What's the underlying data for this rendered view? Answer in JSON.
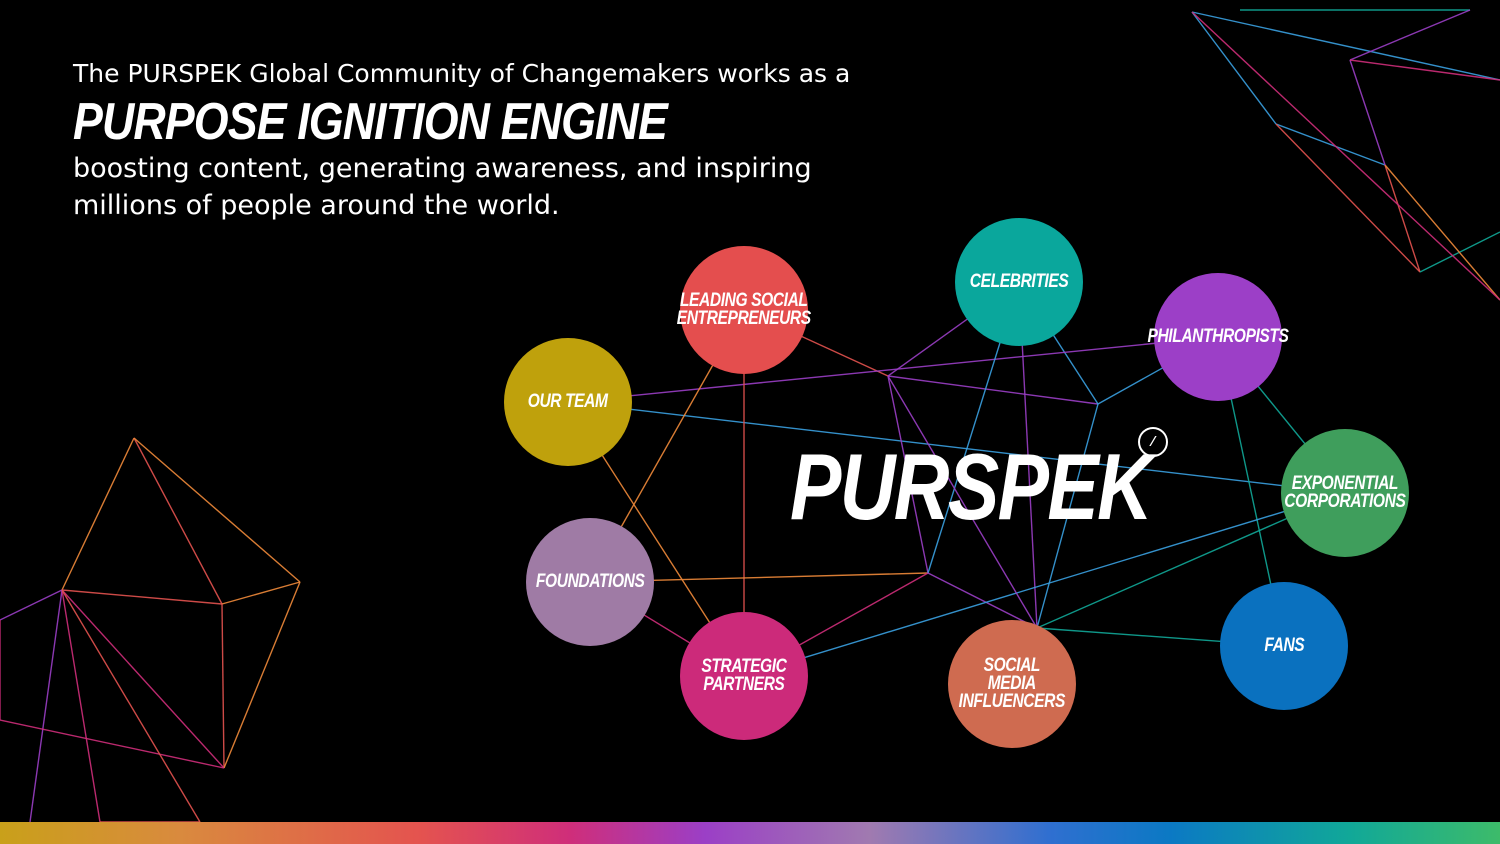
{
  "intro": {
    "line1": "The PURSPEK Global Community of Changemakers works as a",
    "headline": "PURPOSE IGNITION ENGINE",
    "line2": "boosting content, generating awareness, and inspiring millions of people around the world."
  },
  "brand": {
    "name": "PURSPEK",
    "mark": "⁄"
  },
  "nodes": [
    {
      "id": "leading-social-entrepreneurs",
      "label": "LEADING SOCIAL\nENTREPRENEURS",
      "color": "#e44e4e"
    },
    {
      "id": "celebrities",
      "label": "CELEBRITIES",
      "color": "#0aa79c"
    },
    {
      "id": "philanthropists",
      "label": "PHILANTHROPISTS",
      "color": "#9c3fc7"
    },
    {
      "id": "our-team",
      "label": "OUR TEAM",
      "color": "#bfa10c"
    },
    {
      "id": "exponential-corporations",
      "label": "EXPONENTIAL\nCORPORATIONS",
      "color": "#3f9e5c"
    },
    {
      "id": "foundations",
      "label": "FOUNDATIONS",
      "color": "#9f7ba5"
    },
    {
      "id": "strategic-partners",
      "label": "STRATEGIC\nPARTNERS",
      "color": "#cc2a7a"
    },
    {
      "id": "social-media-influencers",
      "label": "SOCIAL MEDIA\nINFLUENCERS",
      "color": "#cf6b50"
    },
    {
      "id": "fans",
      "label": "FANS",
      "color": "#0a71bf"
    }
  ],
  "line_colors": [
    "#e4534f",
    "#f08a3a",
    "#9b3fc6",
    "#3aa0e0",
    "#11a898",
    "#cf2e7a"
  ]
}
